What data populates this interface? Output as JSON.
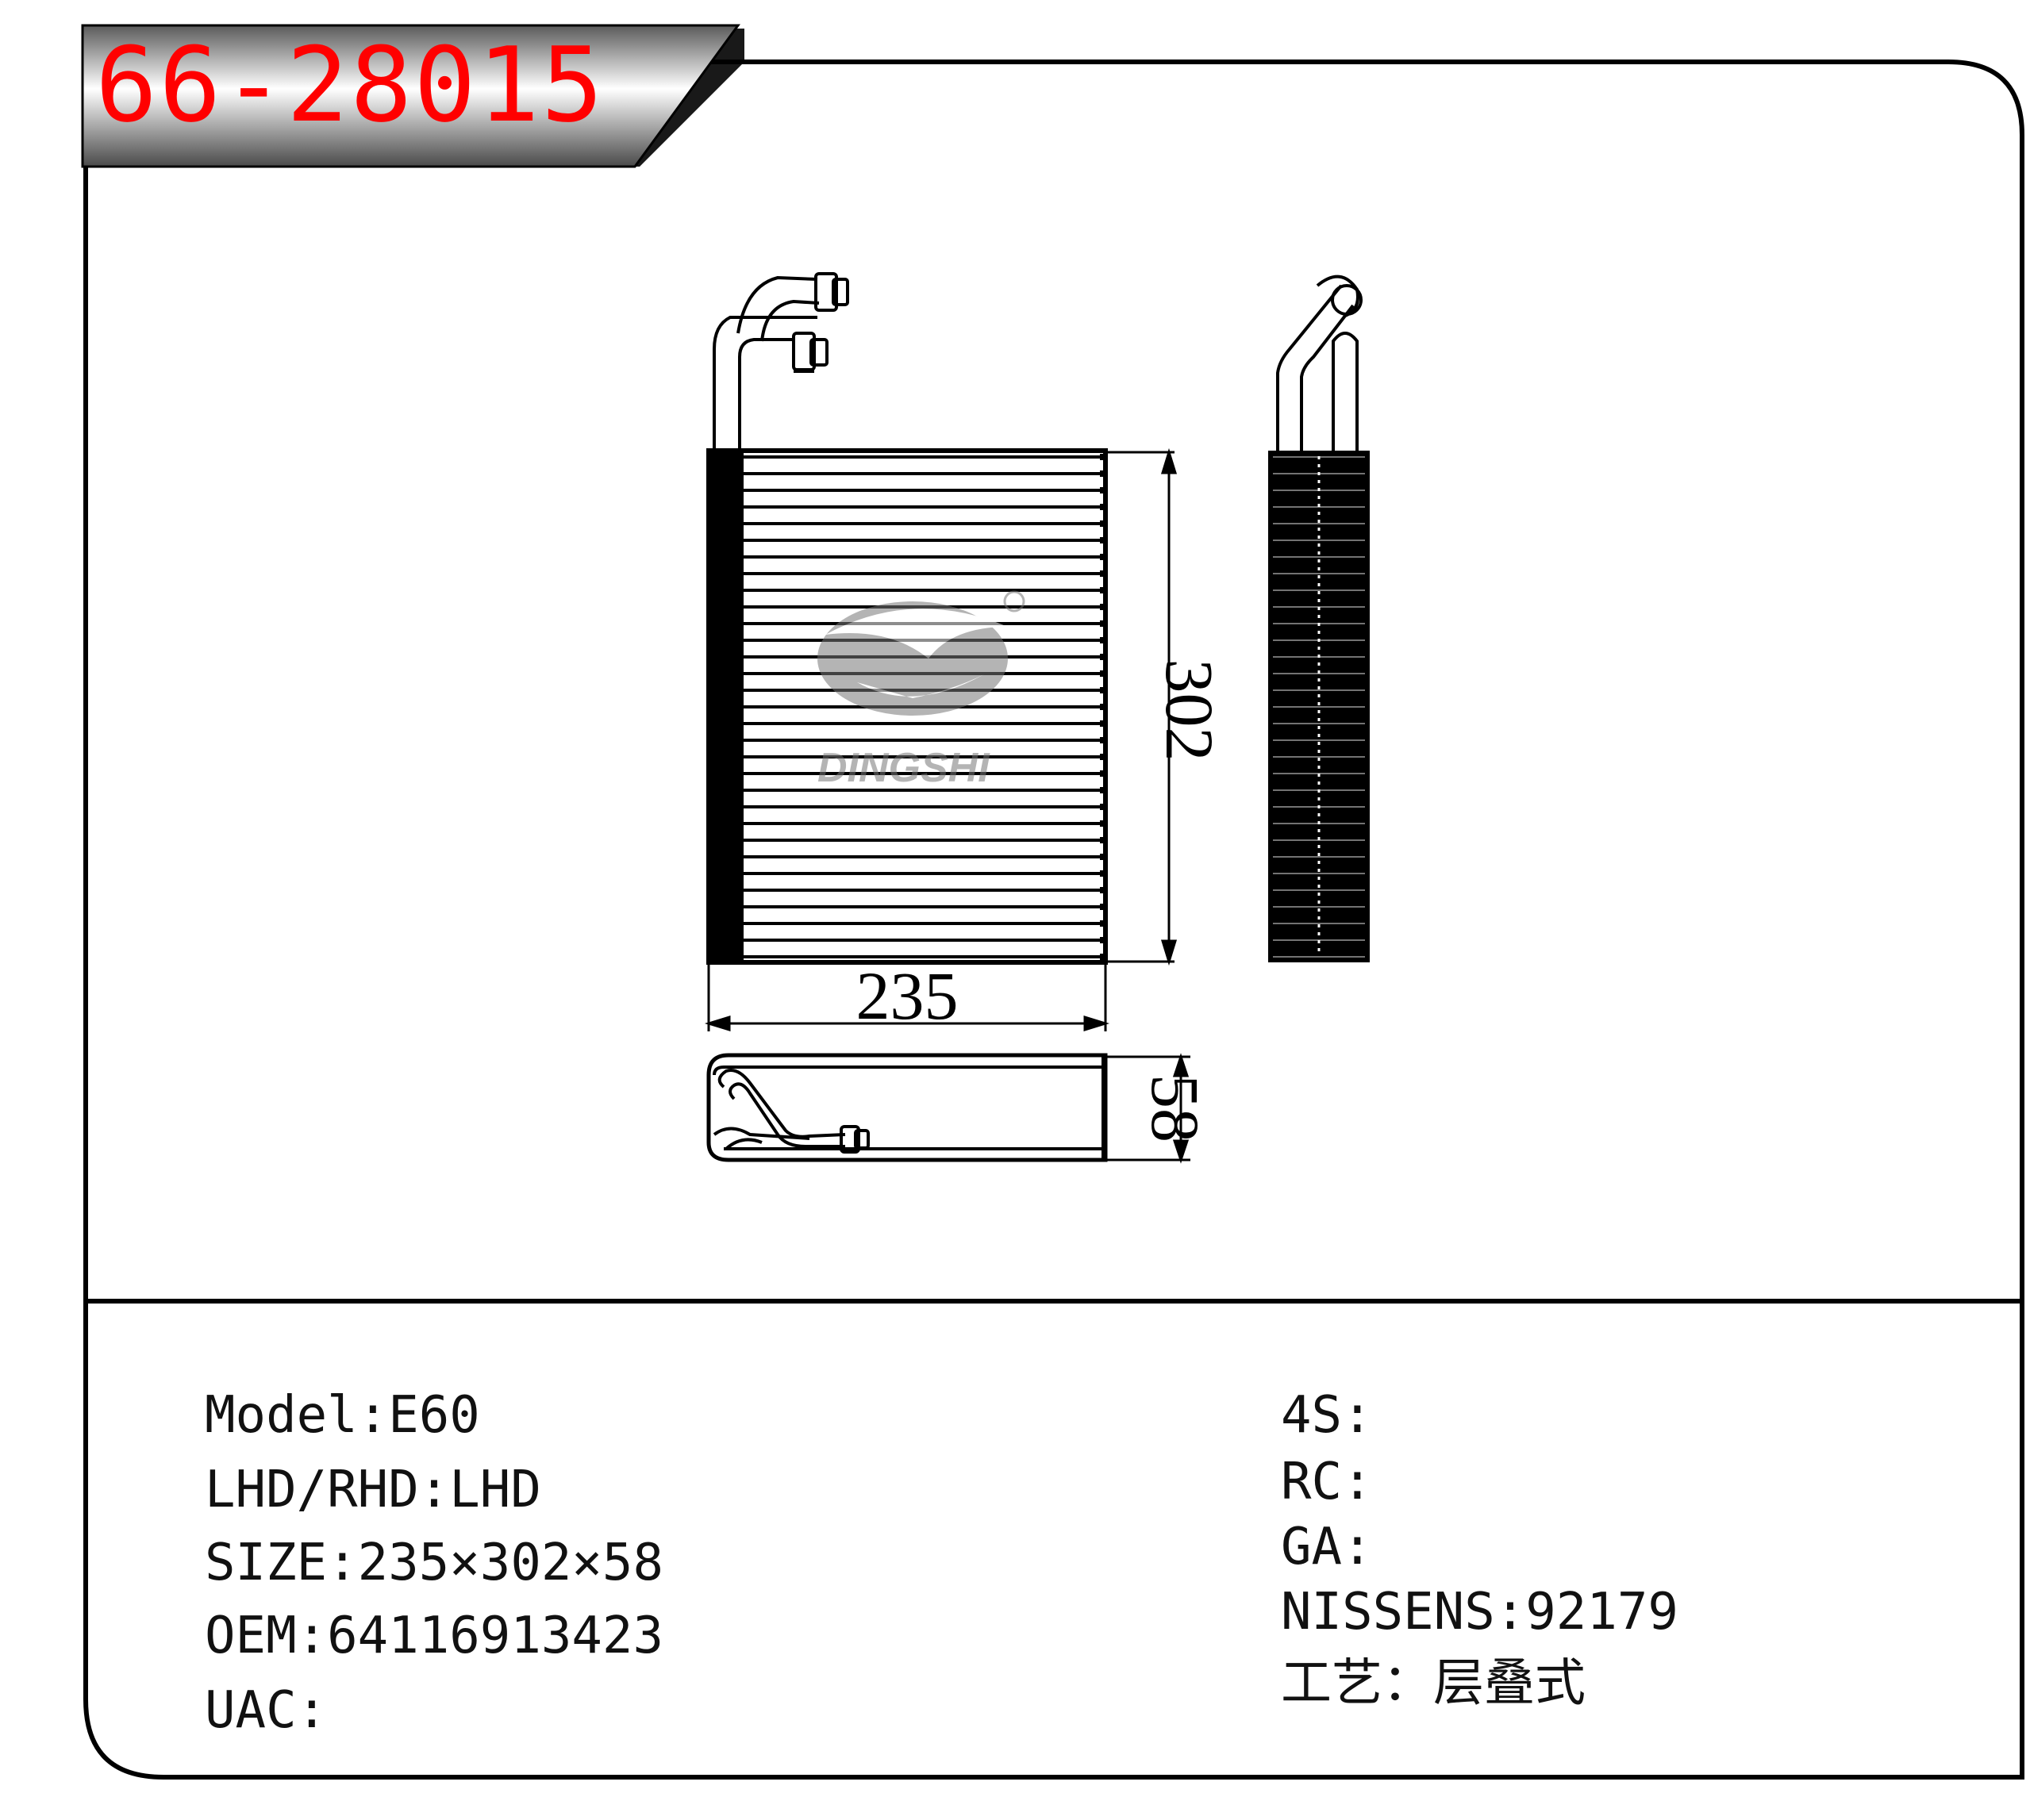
{
  "part_number": "66-28015",
  "dimensions": {
    "width": "235",
    "height": "302",
    "depth": "58"
  },
  "specs_left": [
    {
      "label": "Model",
      "sep": ":",
      "value": "E60"
    },
    {
      "label": "LHD/RHD",
      "sep": ":",
      "value": "LHD"
    },
    {
      "label": "SIZE",
      "sep": ":",
      "value": "235×302×58"
    },
    {
      "label": "OEM",
      "sep": ":",
      "value": "64116913423"
    },
    {
      "label": "UAC",
      "sep": ":",
      "value": ""
    }
  ],
  "specs_right": [
    {
      "label": "4S",
      "sep": ":",
      "value": ""
    },
    {
      "label": "RC",
      "sep": ":",
      "value": ""
    },
    {
      "label": "GA",
      "sep": ":",
      "value": ""
    },
    {
      "label": "NISSENS",
      "sep": ":",
      "value": "92179"
    },
    {
      "label": "工艺",
      "sep": "：",
      "value": "层叠式"
    }
  ],
  "watermark_text": "DINGSHI",
  "colors": {
    "part_number": "#ff0000",
    "frame": "#000000",
    "header_tab": "#6e6e6e",
    "watermark": "#808080"
  }
}
